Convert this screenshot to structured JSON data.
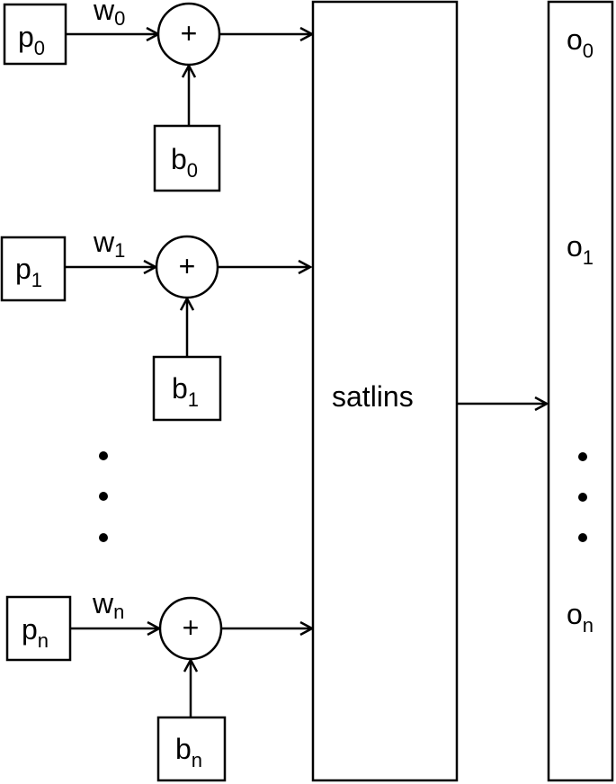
{
  "inputs": [
    {
      "p": "p",
      "p_sub": "0",
      "w": "w",
      "w_sub": "0",
      "b": "b",
      "b_sub": "0",
      "op": "+"
    },
    {
      "p": "p",
      "p_sub": "1",
      "w": "w",
      "w_sub": "1",
      "b": "b",
      "b_sub": "1",
      "op": "+"
    },
    {
      "p": "p",
      "p_sub": "n",
      "w": "w",
      "w_sub": "n",
      "b": "b",
      "b_sub": "n",
      "op": "+"
    }
  ],
  "transfer": {
    "label": "satlins"
  },
  "outputs": [
    {
      "o": "o",
      "o_sub": "0"
    },
    {
      "o": "o",
      "o_sub": "1"
    },
    {
      "o": "o",
      "o_sub": "n"
    }
  ]
}
